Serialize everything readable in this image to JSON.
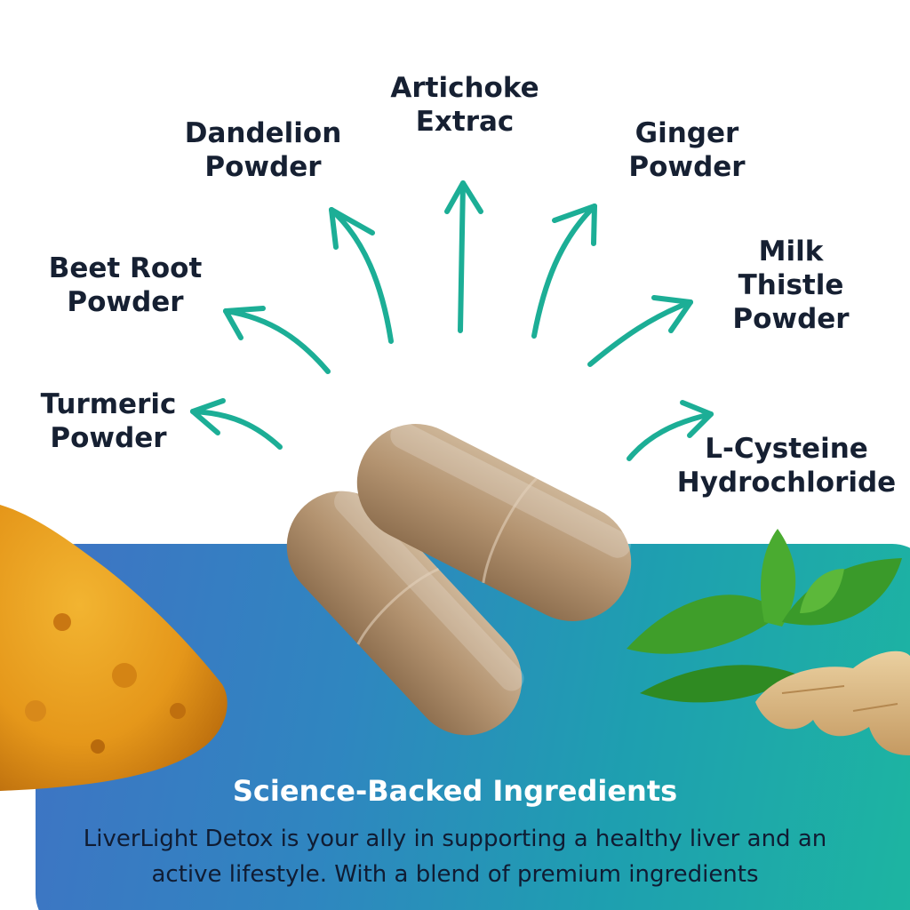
{
  "colors": {
    "arrow": "#1cae96",
    "label_text": "#162032",
    "panel_start": "#3f73c4",
    "panel_end": "#1db7a0",
    "headline_text": "#ffffff",
    "body_text": "#101c33",
    "capsule": "#b89a78",
    "turmeric": "#e59b18",
    "ginger": "#d9b47d",
    "leaf": "#3f9e2a"
  },
  "ingredients": {
    "artichoke": {
      "line1": "Artichoke",
      "line2": "Extrac"
    },
    "dandelion": {
      "line1": "Dandelion",
      "line2": "Powder"
    },
    "ginger": {
      "line1": "Ginger",
      "line2": "Powder"
    },
    "beet_root": {
      "line1": "Beet Root",
      "line2": "Powder"
    },
    "milk_thistle": {
      "line1": "Milk",
      "line2": "Thistle",
      "line3": "Powder"
    },
    "turmeric": {
      "line1": "Turmeric",
      "line2": "Powder"
    },
    "l_cysteine": {
      "line1": "L-Cysteine",
      "line2": "Hydrochloride"
    }
  },
  "headline": "Science-Backed Ingredients",
  "description": {
    "line1": "LiverLight Detox is your ally in supporting a healthy liver and an",
    "line2": "active lifestyle. With a blend of premium ingredients"
  },
  "icons": [
    "arrow-icon",
    "capsule-icon",
    "turmeric-powder-icon",
    "ginger-root-icon",
    "leaf-icon"
  ]
}
